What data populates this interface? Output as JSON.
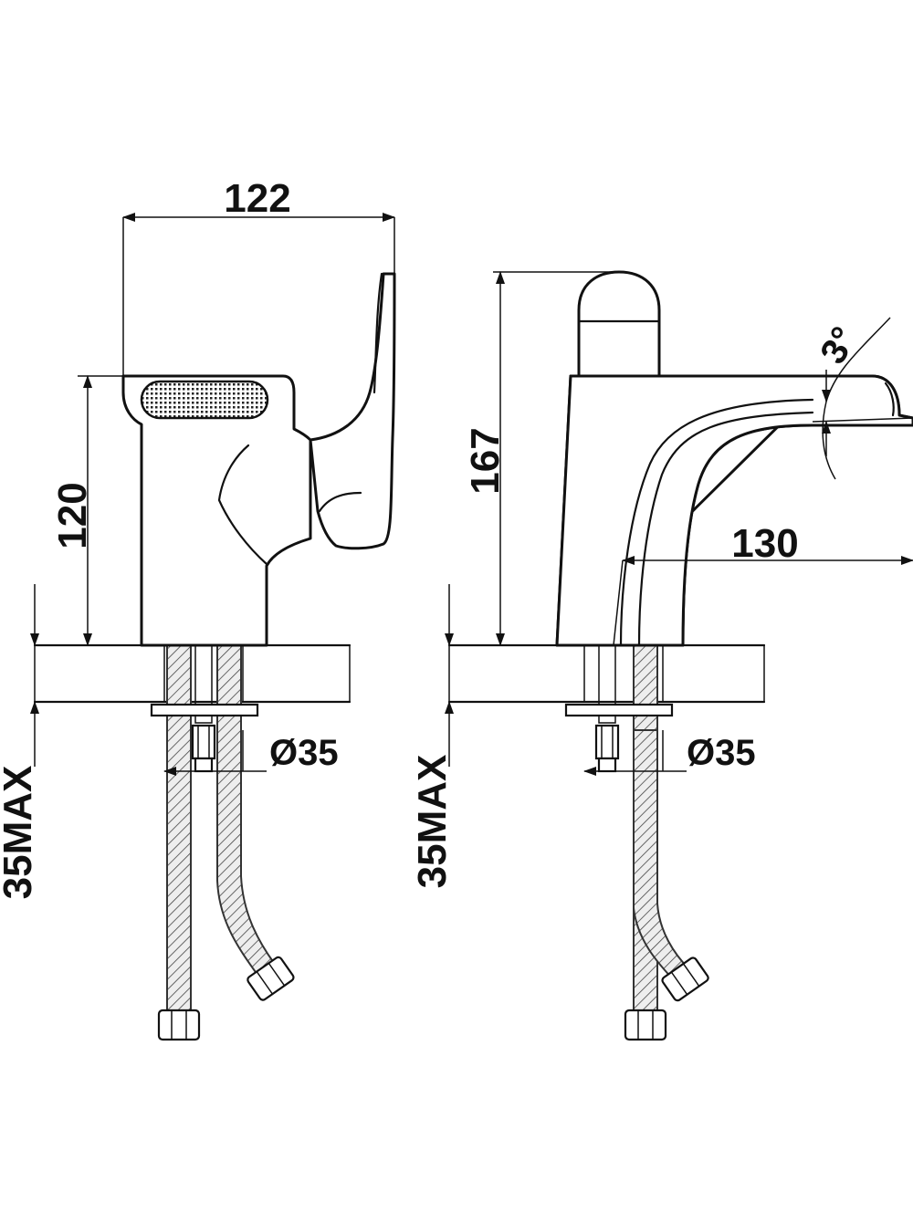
{
  "dimensions": {
    "overall_width": "122",
    "handle_height": "120",
    "overall_height": "167",
    "spout_reach": "130",
    "spout_angle": "3°",
    "hole_diameter_left": "Ø35",
    "hole_diameter_right": "Ø35",
    "max_deck_left": "35MAX",
    "max_deck_right": "35MAX"
  },
  "colors": {
    "line": "#111111",
    "background": "#ffffff"
  }
}
